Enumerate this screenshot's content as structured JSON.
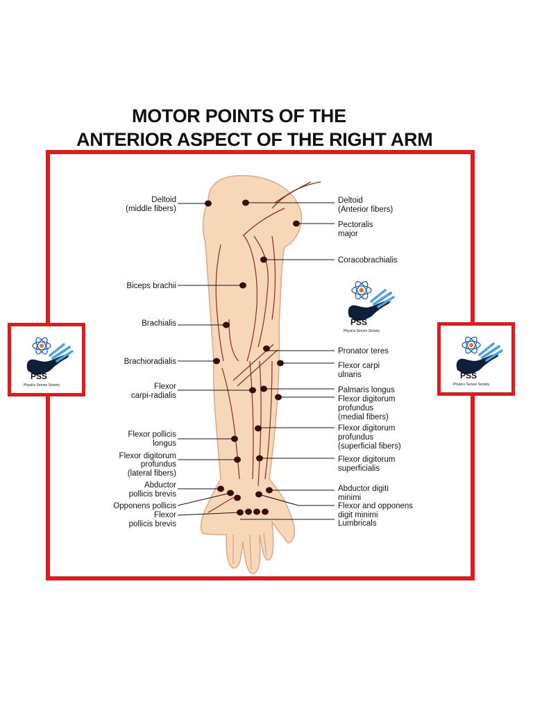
{
  "title": {
    "line1": "MOTOR POINTS OF THE",
    "line2": "ANTERIOR ASPECT OF THE RIGHT ARM"
  },
  "logo": {
    "abbrev": "PSS",
    "name": "Physics Serves Society"
  },
  "colors": {
    "frame": "#e01b1b",
    "skin": "#f6d7b8",
    "muscle_line": "#8b2a1f",
    "motor_point": "#3a0e08",
    "logo_blue": "#1e5fb0",
    "logo_hand": "#0f1f3a"
  },
  "labels_left": [
    "Deltoid",
    "(middle fibers)",
    "Biceps brachii",
    "Brachialis",
    "Brachioradialis",
    "Flexor",
    "carpi-radialis",
    "Flexor pollicis",
    "longus",
    "Flexor digitorum",
    "profundus",
    "(lateral fibers)",
    "Abductor",
    "pollicis brevis",
    "Opponens pollicis",
    "Flexor",
    "pollicis brevis"
  ],
  "labels_right": [
    "Deltoid",
    "(Anterior fibers)",
    "Pectoralis",
    "major",
    "Coracobrachialis",
    "Pronator teres",
    "Flexor carpi",
    "ulnaris",
    "Palmaris longus",
    "Flexor digitorum",
    "profundus",
    "(medial fibers)",
    "Flexor digitorum",
    "profundus",
    "(superficial fibers)",
    "Flexor digitorum",
    "superficialis",
    "Abductor digiti",
    "minimi",
    "Flexor and opponens",
    "digit minimi",
    "Lumbricals"
  ]
}
